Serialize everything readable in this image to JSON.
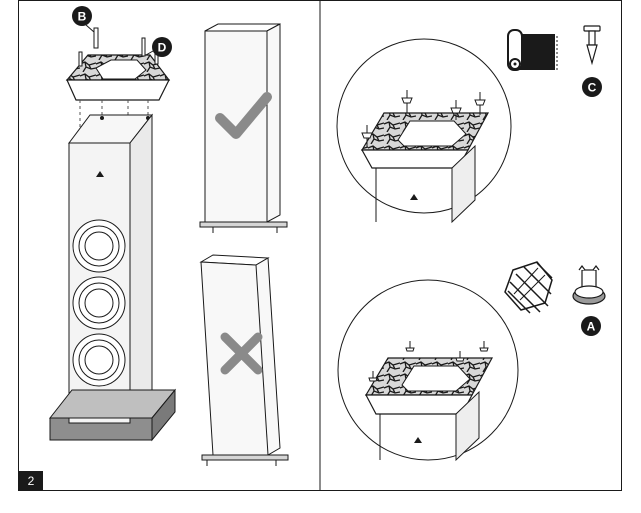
{
  "step": {
    "number": "2"
  },
  "callouts": {
    "b": "B",
    "d": "D",
    "c": "C",
    "a": "A"
  },
  "colors": {
    "ink": "#1a1a1a",
    "cabinet": "#f4f4f4",
    "plinth": "#8e8e8e",
    "plinthTop": "#bfbfbf",
    "checkGray": "#8a8a8a"
  },
  "icons": {
    "check": "check-mark-icon",
    "cross": "cross-mark-icon",
    "carpet": "carpet-roll-icon",
    "spike": "spike-icon",
    "hardFloor": "parquet-floor-icon",
    "foot": "foot-pad-icon"
  },
  "scenes": {
    "left": "assembly-and-vertical-alignment",
    "carpet": "spikes-on-carpet",
    "hardFloor": "feet-on-hard-floor"
  }
}
